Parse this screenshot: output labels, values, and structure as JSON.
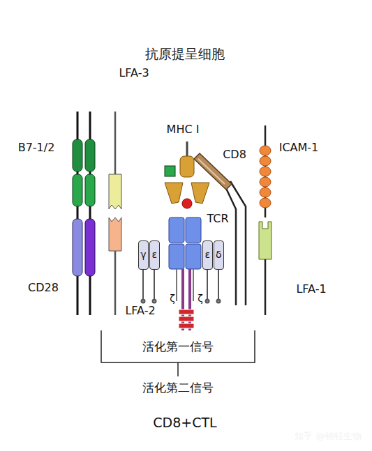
{
  "diagram": {
    "nodes": [
      {
        "text": [
          "抗原提呈细胞"
        ]
      },
      {
        "text": [
          "γ"
        ]
      },
      {
        "text": [
          "ε"
        ]
      },
      {
        "text": [
          "ε"
        ]
      },
      {
        "text": [
          "δ"
        ]
      },
      {
        "text": [
          "CD8+CTL"
        ]
      }
    ],
    "labels": [
      "B7-1/2",
      "LFA-3",
      "MHC I",
      "CD8",
      "ICAM-1",
      "TCR",
      "ζ",
      "ζ",
      "CD28",
      "LFA-2",
      "LFA-1",
      "活化第一信号",
      "活化第二信号",
      "知乎 @锦钰生物"
    ]
  }
}
